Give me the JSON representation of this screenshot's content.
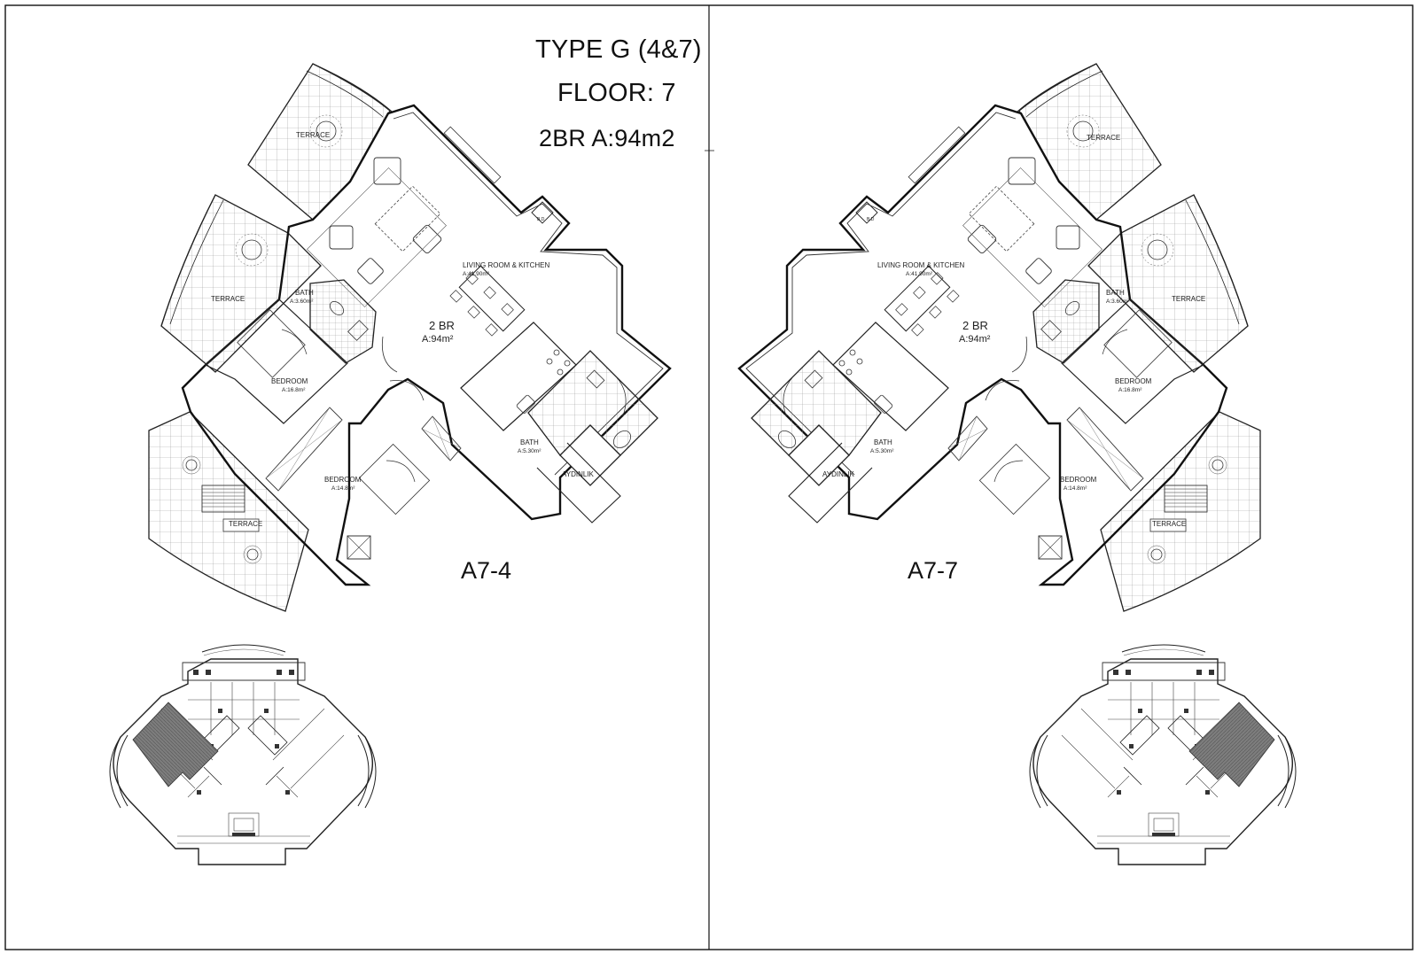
{
  "header": {
    "type_line": "TYPE G (4&7)",
    "floor_line": "FLOOR: 7",
    "area_line": "2BR  A:94m2"
  },
  "plans": [
    {
      "unit_label": "A7-4",
      "center": {
        "label": "2 BR",
        "area": "A:94m²"
      },
      "living": {
        "label": "LIVING ROOM & KITCHEN",
        "area": "A:41.90m²"
      },
      "bath_small": {
        "label": "BATH",
        "area": "A:3.60m²"
      },
      "bedroom_1": {
        "label": "BEDROOM",
        "area": "A:16.8m²"
      },
      "bedroom_2": {
        "label": "BEDROOM",
        "area": "A:14.8m²"
      },
      "bath_large": {
        "label": "BATH",
        "area": "A:5.30m²"
      },
      "aydinlik": "AYDINLIK",
      "terrace_top": "TERRACE",
      "terrace_mid": "TERRACE",
      "terrace_low": "TERRACE",
      "shaft": "B.D"
    },
    {
      "unit_label": "A7-7",
      "center": {
        "label": "2 BR",
        "area": "A:94m²"
      },
      "living": {
        "label": "LIVING ROOM & KITCHEN",
        "area": "A:41.90m²"
      },
      "bath_small": {
        "label": "BATH",
        "area": "A:3.60m²"
      },
      "bedroom_1": {
        "label": "BEDROOM",
        "area": "A:16.8m²"
      },
      "bedroom_2": {
        "label": "BEDROOM",
        "area": "A:14.8m²"
      },
      "bath_large": {
        "label": "BATH",
        "area": "A:5.30m²"
      },
      "aydinlik": "AYDINLIK",
      "terrace_top": "TERRACE",
      "terrace_mid": "TERRACE",
      "terrace_low": "TERRACE",
      "shaft": "B.D"
    }
  ],
  "colors": {
    "line": "#222222",
    "hatch": "#8a8a8a",
    "background": "#ffffff"
  }
}
